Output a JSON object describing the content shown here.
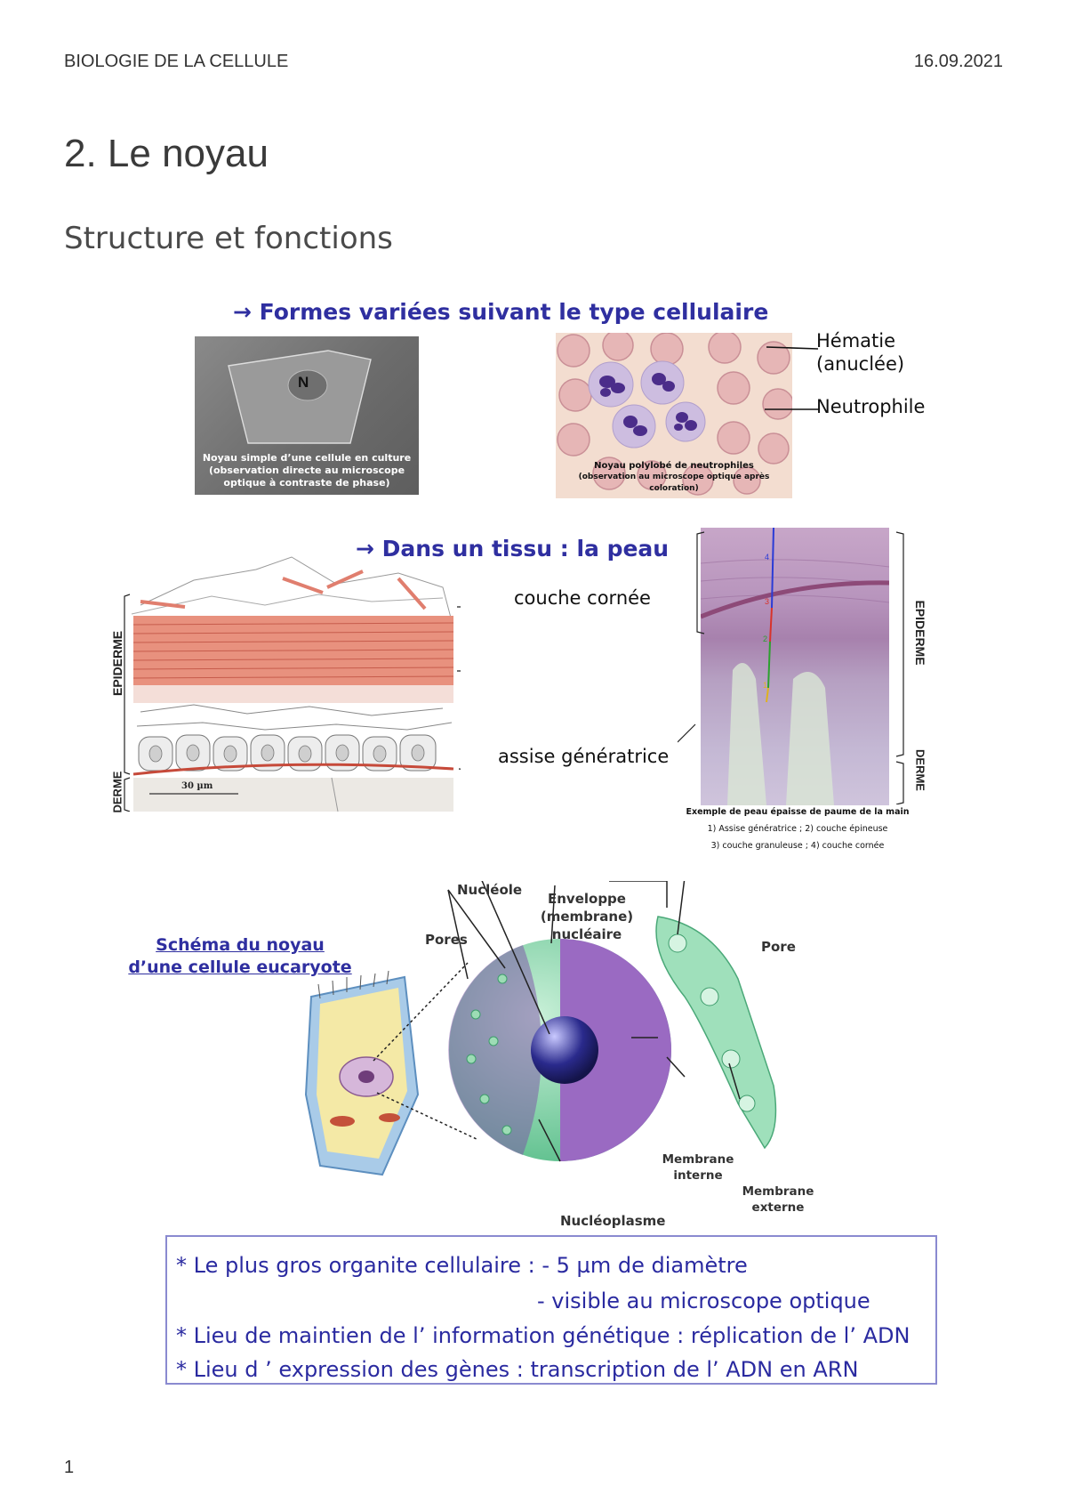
{
  "header": {
    "left": "BIOLOGIE DE LA CELLULE",
    "right": "16.09.2021"
  },
  "title": "2. Le noyau",
  "subtitle": "Structure et fonctions",
  "section1": {
    "heading": "→ Formes variées suivant le type cellulaire",
    "photo1": {
      "nucleus_letter": "N",
      "caption": [
        "Noyau simple d’une cellule en culture",
        "(observation directe au microscope",
        "optique à contraste de phase)"
      ]
    },
    "photo2": {
      "caption": [
        "Noyau polylobé de neutrophiles",
        "(observation au microscope optique après coloration)"
      ],
      "label_hematie": [
        "Hématie",
        "(anuclée)"
      ],
      "label_neutrophile": "Neutrophile"
    }
  },
  "section2": {
    "heading": "→ Dans un tissu : la peau",
    "label_couche_cornee": "couche cornée",
    "label_assise": "assise génératrice",
    "drawing_epiderme": "EPIDERME",
    "drawing_derme": "DERME",
    "scale": "30 µm",
    "histo_epiderme": "EPIDERME",
    "histo_derme": "DERME",
    "histo_marks": [
      "4",
      "3",
      "2",
      "1"
    ],
    "histo_caption": [
      "Exemple de peau épaisse de paume de la main",
      "1) Assise génératrice ; 2) couche épineuse",
      "3) couche granuleuse ; 4) couche cornée"
    ]
  },
  "section3": {
    "schema_title": [
      "Schéma du noyau",
      "d’une cellule eucaryote"
    ],
    "label_nucleole": "Nucléole",
    "label_enveloppe": [
      "Enveloppe",
      "(membrane)",
      "nucléaire"
    ],
    "label_pores": "Pores",
    "label_pore": "Pore",
    "label_membrane_interne": [
      "Membrane",
      "interne"
    ],
    "label_membrane_externe": [
      "Membrane",
      "externe"
    ],
    "label_nucleoplasme": "Nucléoplasme"
  },
  "summary": [
    "* Le plus gros organite cellulaire : - 5 µm de diamètre",
    "- visible au microscope optique",
    "* Lieu de maintien de l’ information génétique : réplication de l’ ADN",
    "* Lieu d ’ expression des gènes : transcription de l’ ADN en ARN"
  ],
  "page_number": "1"
}
